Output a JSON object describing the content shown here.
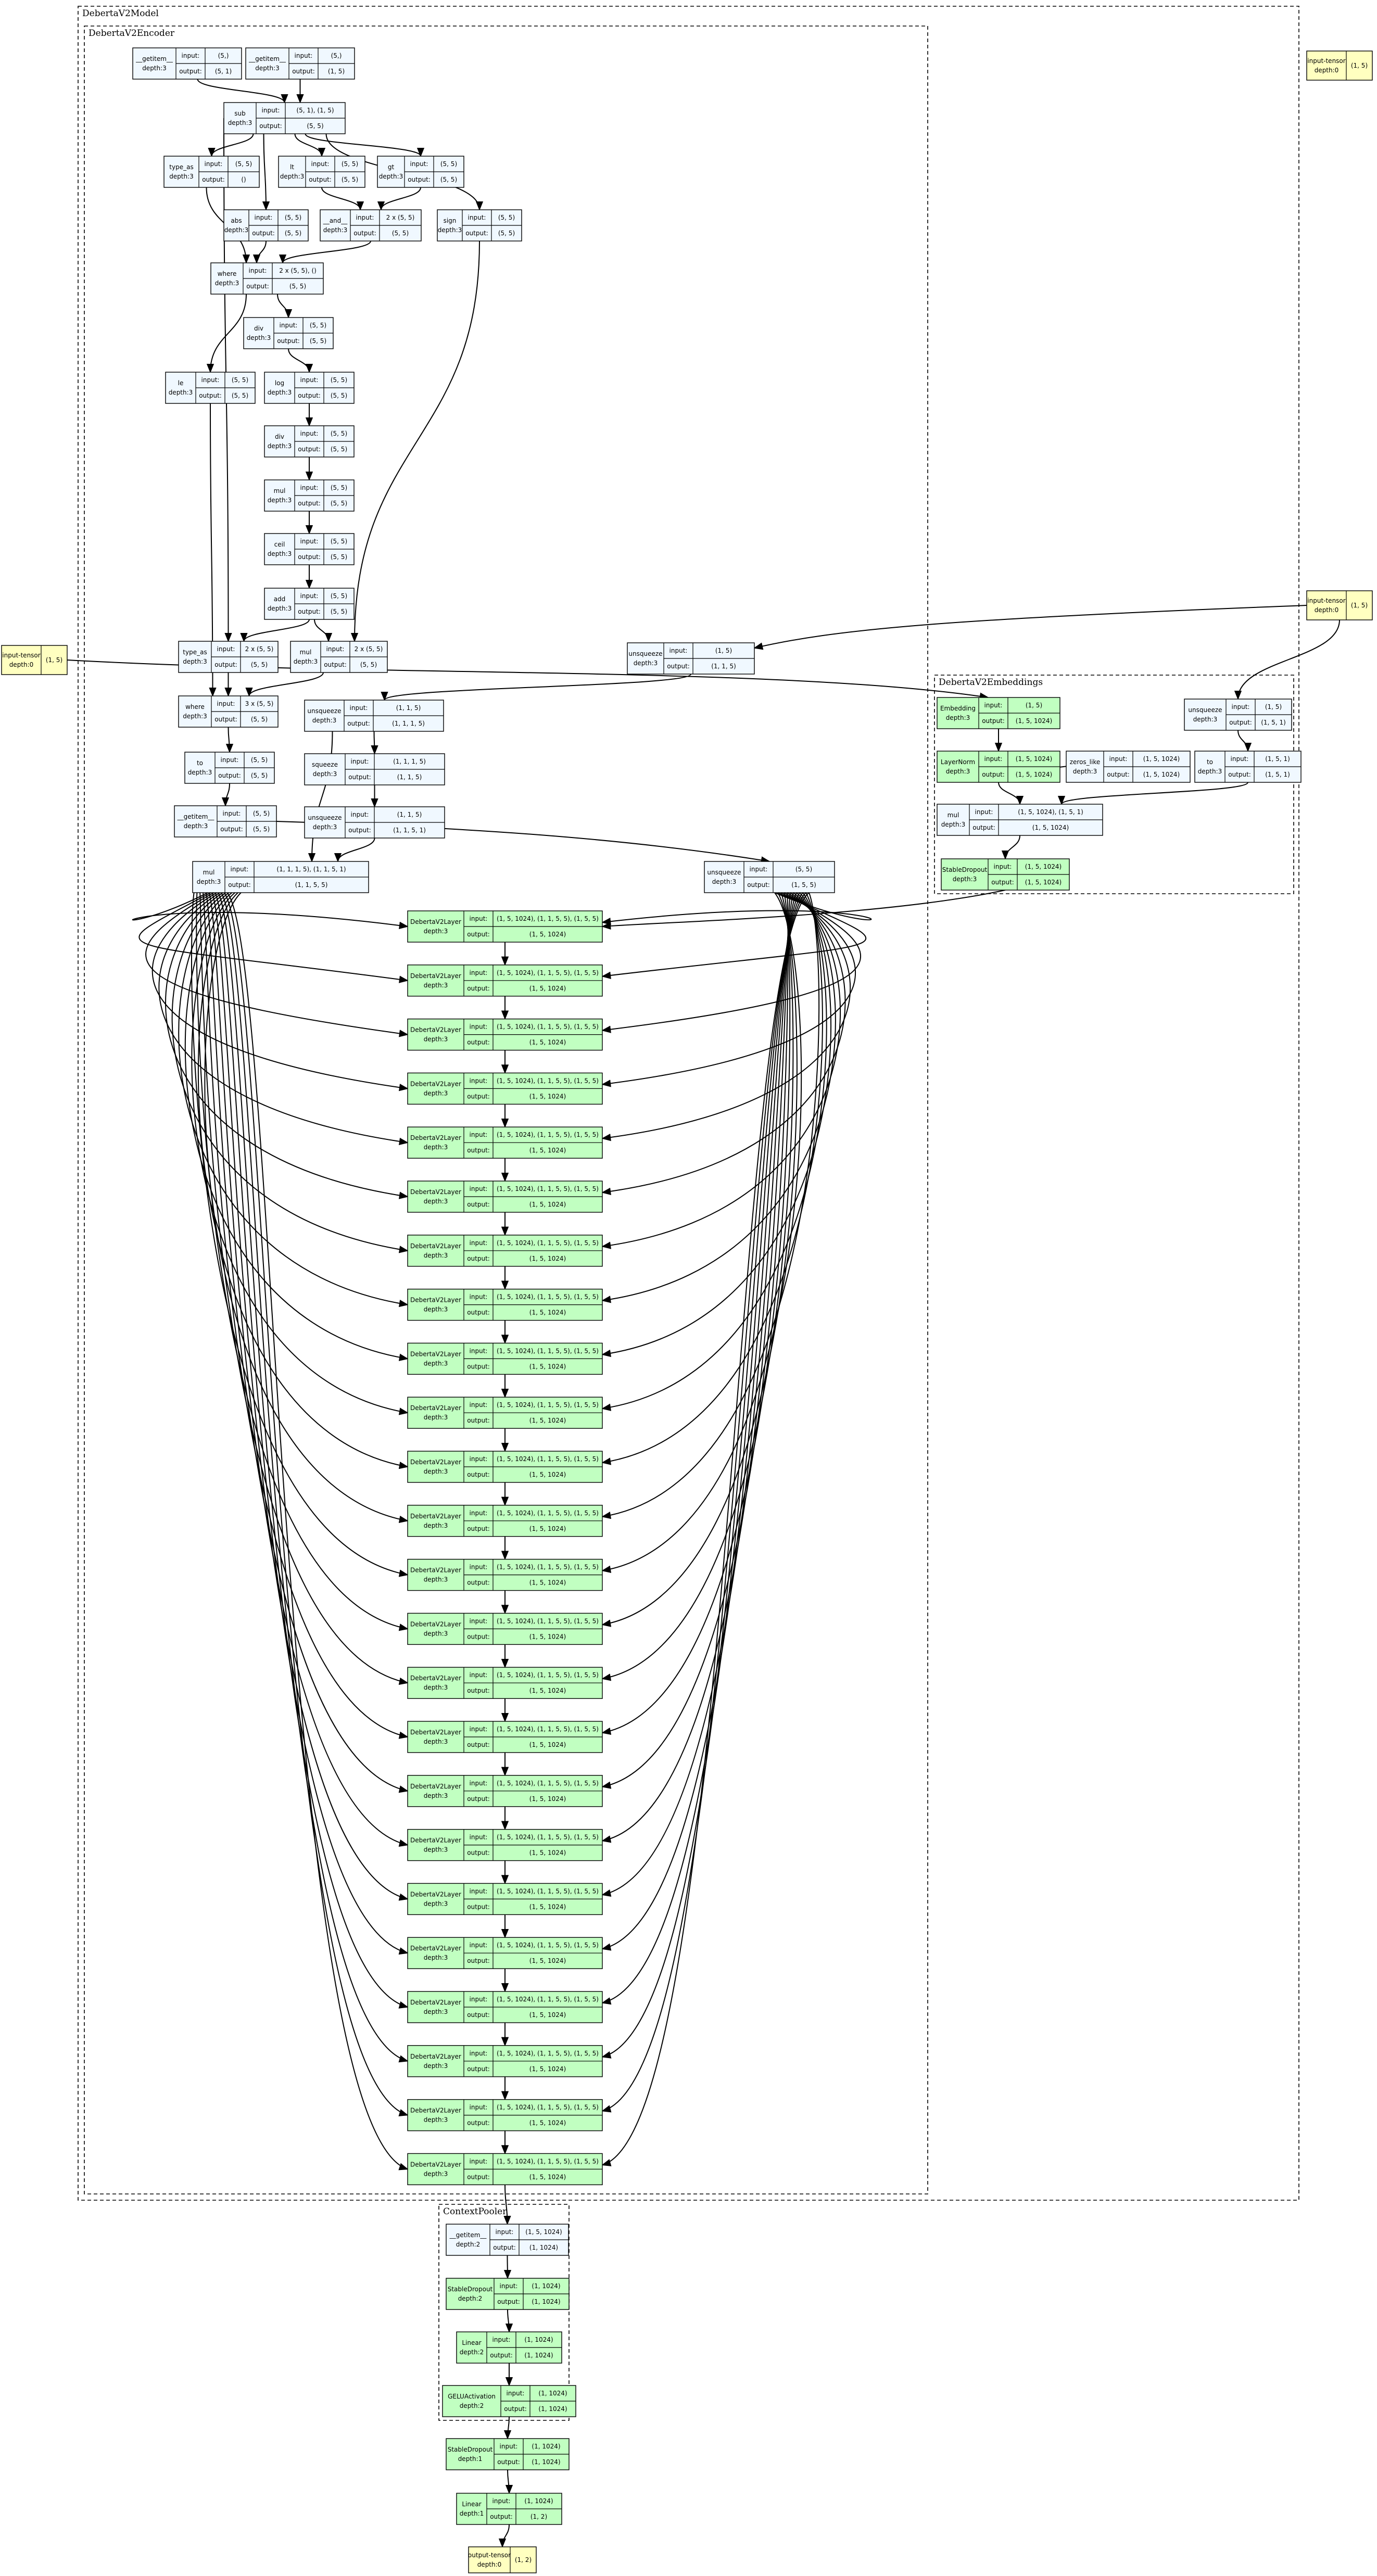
{
  "palette": {
    "fill_input": "#ffffc0",
    "fill_module": "#c1ffc1",
    "fill_function": "#f0f8ff",
    "border": "#000000",
    "edge": "#000000"
  },
  "labels": {
    "input": "input:",
    "output": "output:"
  },
  "clusters": [
    {
      "id": "model",
      "label": "DebertaV2Model"
    },
    {
      "id": "encoder",
      "label": "DebertaV2Encoder"
    },
    {
      "id": "embeddings",
      "label": "DebertaV2Embeddings"
    },
    {
      "id": "pooler",
      "label": "ContextPooler"
    }
  ],
  "nodes": [
    {
      "id": "in0",
      "kind": "input",
      "name": "input-tensor",
      "depth": "depth:0",
      "shape": "(1, 5)"
    },
    {
      "id": "in1",
      "kind": "input",
      "name": "input-tensor",
      "depth": "depth:0",
      "shape": "(1, 5)"
    },
    {
      "id": "in2",
      "kind": "input",
      "name": "input-tensor",
      "depth": "depth:0",
      "shape": "(1, 5)"
    },
    {
      "id": "gi1",
      "kind": "function",
      "name": "__getitem__",
      "depth": "depth:3",
      "input": "(5,)",
      "output": "(5, 1)"
    },
    {
      "id": "gi2",
      "kind": "function",
      "name": "__getitem__",
      "depth": "depth:3",
      "input": "(5,)",
      "output": "(1, 5)"
    },
    {
      "id": "sub",
      "kind": "function",
      "name": "sub",
      "depth": "depth:3",
      "input": "(5, 1), (1, 5)",
      "output": "(5, 5)"
    },
    {
      "id": "typeas1",
      "kind": "function",
      "name": "type_as",
      "depth": "depth:3",
      "input": "(5, 5)",
      "output": "()"
    },
    {
      "id": "lt",
      "kind": "function",
      "name": "lt",
      "depth": "depth:3",
      "input": "(5, 5)",
      "output": "(5, 5)"
    },
    {
      "id": "gt",
      "kind": "function",
      "name": "gt",
      "depth": "depth:3",
      "input": "(5, 5)",
      "output": "(5, 5)"
    },
    {
      "id": "abs",
      "kind": "function",
      "name": "abs",
      "depth": "depth:3",
      "input": "(5, 5)",
      "output": "(5, 5)"
    },
    {
      "id": "and",
      "kind": "function",
      "name": "__and__",
      "depth": "depth:3",
      "input": "2 x (5, 5)",
      "output": "(5, 5)"
    },
    {
      "id": "sign",
      "kind": "function",
      "name": "sign",
      "depth": "depth:3",
      "input": "(5, 5)",
      "output": "(5, 5)"
    },
    {
      "id": "where1",
      "kind": "function",
      "name": "where",
      "depth": "depth:3",
      "input": "2 x (5, 5), ()",
      "output": "(5, 5)"
    },
    {
      "id": "div1",
      "kind": "function",
      "name": "div",
      "depth": "depth:3",
      "input": "(5, 5)",
      "output": "(5, 5)"
    },
    {
      "id": "le",
      "kind": "function",
      "name": "le",
      "depth": "depth:3",
      "input": "(5, 5)",
      "output": "(5, 5)"
    },
    {
      "id": "log",
      "kind": "function",
      "name": "log",
      "depth": "depth:3",
      "input": "(5, 5)",
      "output": "(5, 5)"
    },
    {
      "id": "div2",
      "kind": "function",
      "name": "div",
      "depth": "depth:3",
      "input": "(5, 5)",
      "output": "(5, 5)"
    },
    {
      "id": "mul1",
      "kind": "function",
      "name": "mul",
      "depth": "depth:3",
      "input": "(5, 5)",
      "output": "(5, 5)"
    },
    {
      "id": "ceil",
      "kind": "function",
      "name": "ceil",
      "depth": "depth:3",
      "input": "(5, 5)",
      "output": "(5, 5)"
    },
    {
      "id": "add",
      "kind": "function",
      "name": "add",
      "depth": "depth:3",
      "input": "(5, 5)",
      "output": "(5, 5)"
    },
    {
      "id": "typeas2",
      "kind": "function",
      "name": "type_as",
      "depth": "depth:3",
      "input": "2 x (5, 5)",
      "output": "(5, 5)"
    },
    {
      "id": "mul2",
      "kind": "function",
      "name": "mul",
      "depth": "depth:3",
      "input": "2 x (5, 5)",
      "output": "(5, 5)"
    },
    {
      "id": "where2",
      "kind": "function",
      "name": "where",
      "depth": "depth:3",
      "input": "3 x (5, 5)",
      "output": "(5, 5)"
    },
    {
      "id": "to1",
      "kind": "function",
      "name": "to",
      "depth": "depth:3",
      "input": "(5, 5)",
      "output": "(5, 5)"
    },
    {
      "id": "gi3",
      "kind": "function",
      "name": "__getitem__",
      "depth": "depth:3",
      "input": "(5, 5)",
      "output": "(5, 5)"
    },
    {
      "id": "unsq_a",
      "kind": "function",
      "name": "unsqueeze",
      "depth": "depth:3",
      "input": "(1, 1, 5)",
      "output": "(1, 1, 1, 5)"
    },
    {
      "id": "squeeze",
      "kind": "function",
      "name": "squeeze",
      "depth": "depth:3",
      "input": "(1, 1, 1, 5)",
      "output": "(1, 1, 5)"
    },
    {
      "id": "unsq_b",
      "kind": "function",
      "name": "unsqueeze",
      "depth": "depth:3",
      "input": "(1, 1, 5)",
      "output": "(1, 1, 5, 1)"
    },
    {
      "id": "mul3",
      "kind": "function",
      "name": "mul",
      "depth": "depth:3",
      "input": "(1, 1, 1, 5), (1, 1, 5, 1)",
      "output": "(1, 1, 5, 5)"
    },
    {
      "id": "unsq_c",
      "kind": "function",
      "name": "unsqueeze",
      "depth": "depth:3",
      "input": "(1, 5)",
      "output": "(1, 1, 5)"
    },
    {
      "id": "unsq_d",
      "kind": "function",
      "name": "unsqueeze",
      "depth": "depth:3",
      "input": "(5, 5)",
      "output": "(1, 5, 5)"
    },
    {
      "id": "emb",
      "kind": "module",
      "name": "Embedding",
      "depth": "depth:3",
      "input": "(1, 5)",
      "output": "(1, 5, 1024)"
    },
    {
      "id": "ln",
      "kind": "module",
      "name": "LayerNorm",
      "depth": "depth:3",
      "input": "(1, 5, 1024)",
      "output": "(1, 5, 1024)"
    },
    {
      "id": "zeros",
      "kind": "function",
      "name": "zeros_like",
      "depth": "depth:3",
      "input": "(1, 5, 1024)",
      "output": "(1, 5, 1024)"
    },
    {
      "id": "unsq_e",
      "kind": "function",
      "name": "unsqueeze",
      "depth": "depth:3",
      "input": "(1, 5)",
      "output": "(1, 5, 1)"
    },
    {
      "id": "to2",
      "kind": "function",
      "name": "to",
      "depth": "depth:3",
      "input": "(1, 5, 1)",
      "output": "(1, 5, 1)"
    },
    {
      "id": "mul4",
      "kind": "function",
      "name": "mul",
      "depth": "depth:3",
      "input": "(1, 5, 1024), (1, 5, 1)",
      "output": "(1, 5, 1024)"
    },
    {
      "id": "sdrop1",
      "kind": "module",
      "name": "StableDropout",
      "depth": "depth:3",
      "input": "(1, 5, 1024)",
      "output": "(1, 5, 1024)"
    },
    {
      "id": "gi4",
      "kind": "function",
      "name": "__getitem__",
      "depth": "depth:2",
      "input": "(1, 5, 1024)",
      "output": "(1, 1024)"
    },
    {
      "id": "sdrop2",
      "kind": "module",
      "name": "StableDropout",
      "depth": "depth:2",
      "input": "(1, 1024)",
      "output": "(1, 1024)"
    },
    {
      "id": "lin1",
      "kind": "module",
      "name": "Linear",
      "depth": "depth:2",
      "input": "(1, 1024)",
      "output": "(1, 1024)"
    },
    {
      "id": "gelu",
      "kind": "module",
      "name": "GELUActivation",
      "depth": "depth:2",
      "input": "(1, 1024)",
      "output": "(1, 1024)"
    },
    {
      "id": "sdrop3",
      "kind": "module",
      "name": "StableDropout",
      "depth": "depth:1",
      "input": "(1, 1024)",
      "output": "(1, 1024)"
    },
    {
      "id": "lin2",
      "kind": "module",
      "name": "Linear",
      "depth": "depth:1",
      "input": "(1, 1024)",
      "output": "(1, 2)"
    },
    {
      "id": "out",
      "kind": "input",
      "name": "output-tensor",
      "depth": "depth:0",
      "shape": "(1, 2)"
    }
  ],
  "layers": {
    "name": "DebertaV2Layer",
    "depth": "depth:3",
    "input": "(1, 5, 1024), (1, 1, 5, 5), (1, 5, 5)",
    "output": "(1, 5, 1024)",
    "count": 24
  }
}
